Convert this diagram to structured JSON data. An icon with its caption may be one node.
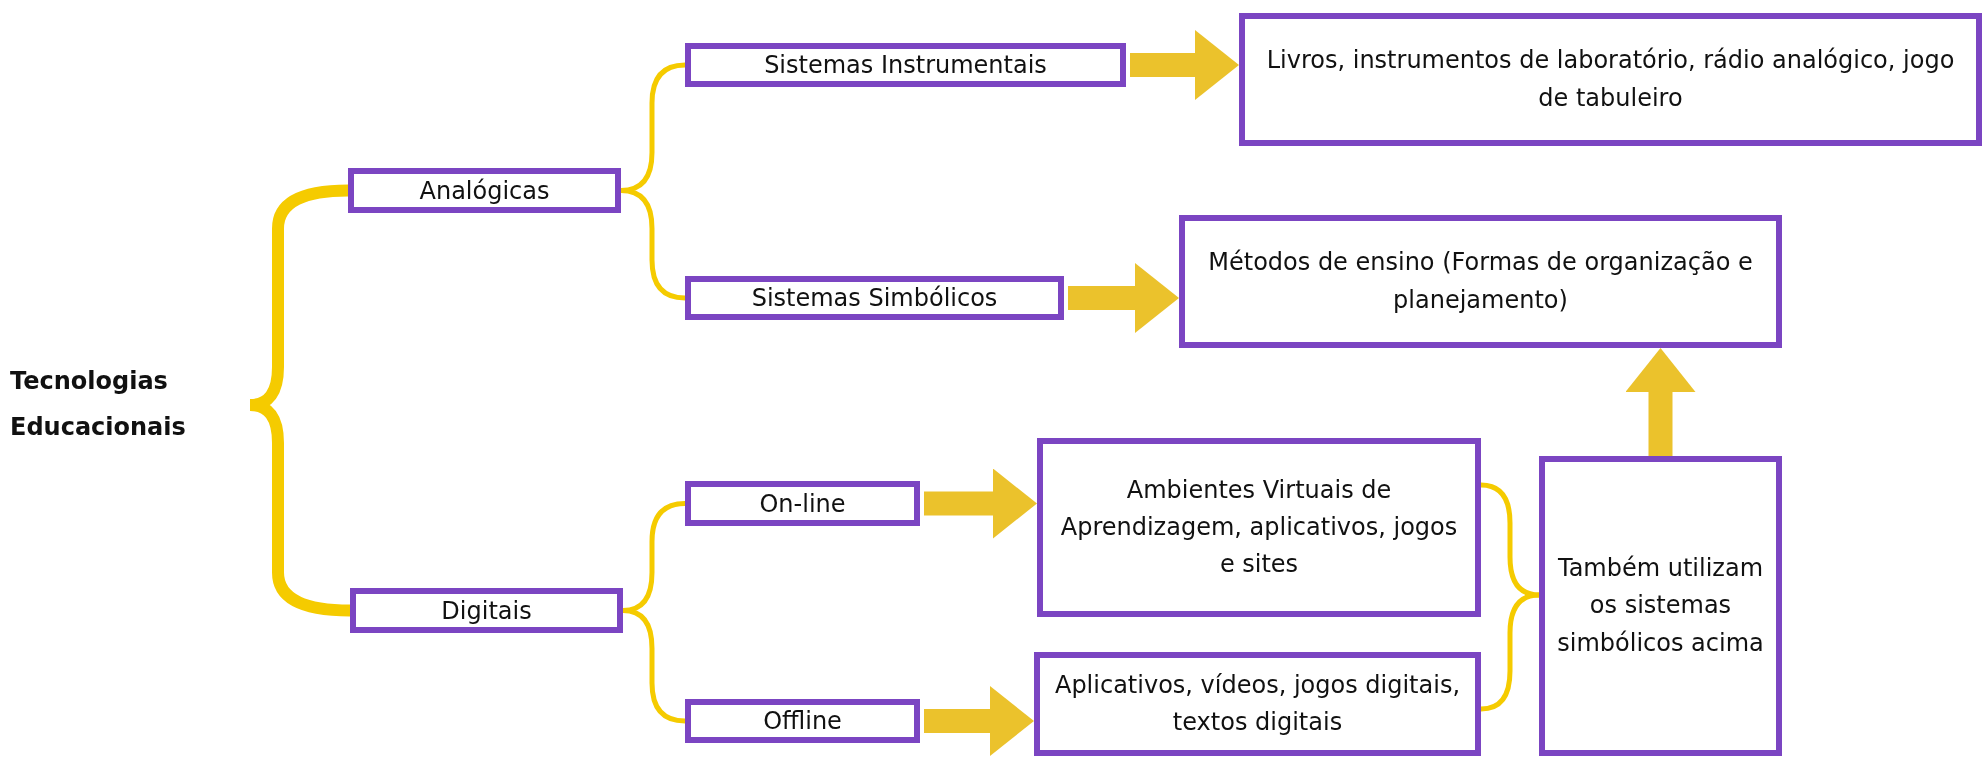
{
  "diagram": {
    "nodes": [
      {
        "text": [
          "Tecnologias Educacionais"
        ]
      },
      {
        "text": [
          "Analógicas"
        ]
      },
      {
        "text": [
          "Digitais"
        ]
      },
      {
        "text": [
          "Sistemas Instrumentais"
        ]
      },
      {
        "text": [
          "Sistemas Simbólicos"
        ]
      },
      {
        "text": [
          "On-line"
        ]
      },
      {
        "text": [
          "Offline"
        ]
      },
      {
        "text": [
          "Livros, instrumentos de laboratório, rádio analógico, jogo de tabuleiro"
        ]
      },
      {
        "text": [
          "Métodos de ensino (Formas de organização e planejamento)"
        ]
      },
      {
        "text": [
          "Ambientes Virtuais de Aprendizagem, aplicativos, jogos e sites"
        ]
      },
      {
        "text": [
          "Aplicativos, vídeos, jogos digitais, textos digitais"
        ]
      },
      {
        "text": [
          "Também utilizam os sistemas simbólicos acima"
        ]
      }
    ],
    "edges": [
      {
        "from": 0,
        "to": 1,
        "arrow": "none"
      },
      {
        "from": 0,
        "to": 2,
        "arrow": "none"
      },
      {
        "from": 1,
        "to": 3,
        "arrow": "none"
      },
      {
        "from": 1,
        "to": 4,
        "arrow": "none"
      },
      {
        "from": 2,
        "to": 5,
        "arrow": "none"
      },
      {
        "from": 2,
        "to": 6,
        "arrow": "none"
      },
      {
        "from": 3,
        "to": 7,
        "arrow": "to",
        "style": "thick"
      },
      {
        "from": 4,
        "to": 8,
        "arrow": "to",
        "style": "thick"
      },
      {
        "from": 5,
        "to": 9,
        "arrow": "to",
        "style": "thick"
      },
      {
        "from": 6,
        "to": 10,
        "arrow": "to",
        "style": "thick"
      },
      {
        "from": 9,
        "to": 11,
        "arrow": "none"
      },
      {
        "from": 10,
        "to": 11,
        "arrow": "none"
      },
      {
        "from": 11,
        "to": 8,
        "arrow": "to",
        "style": "thick"
      }
    ]
  }
}
